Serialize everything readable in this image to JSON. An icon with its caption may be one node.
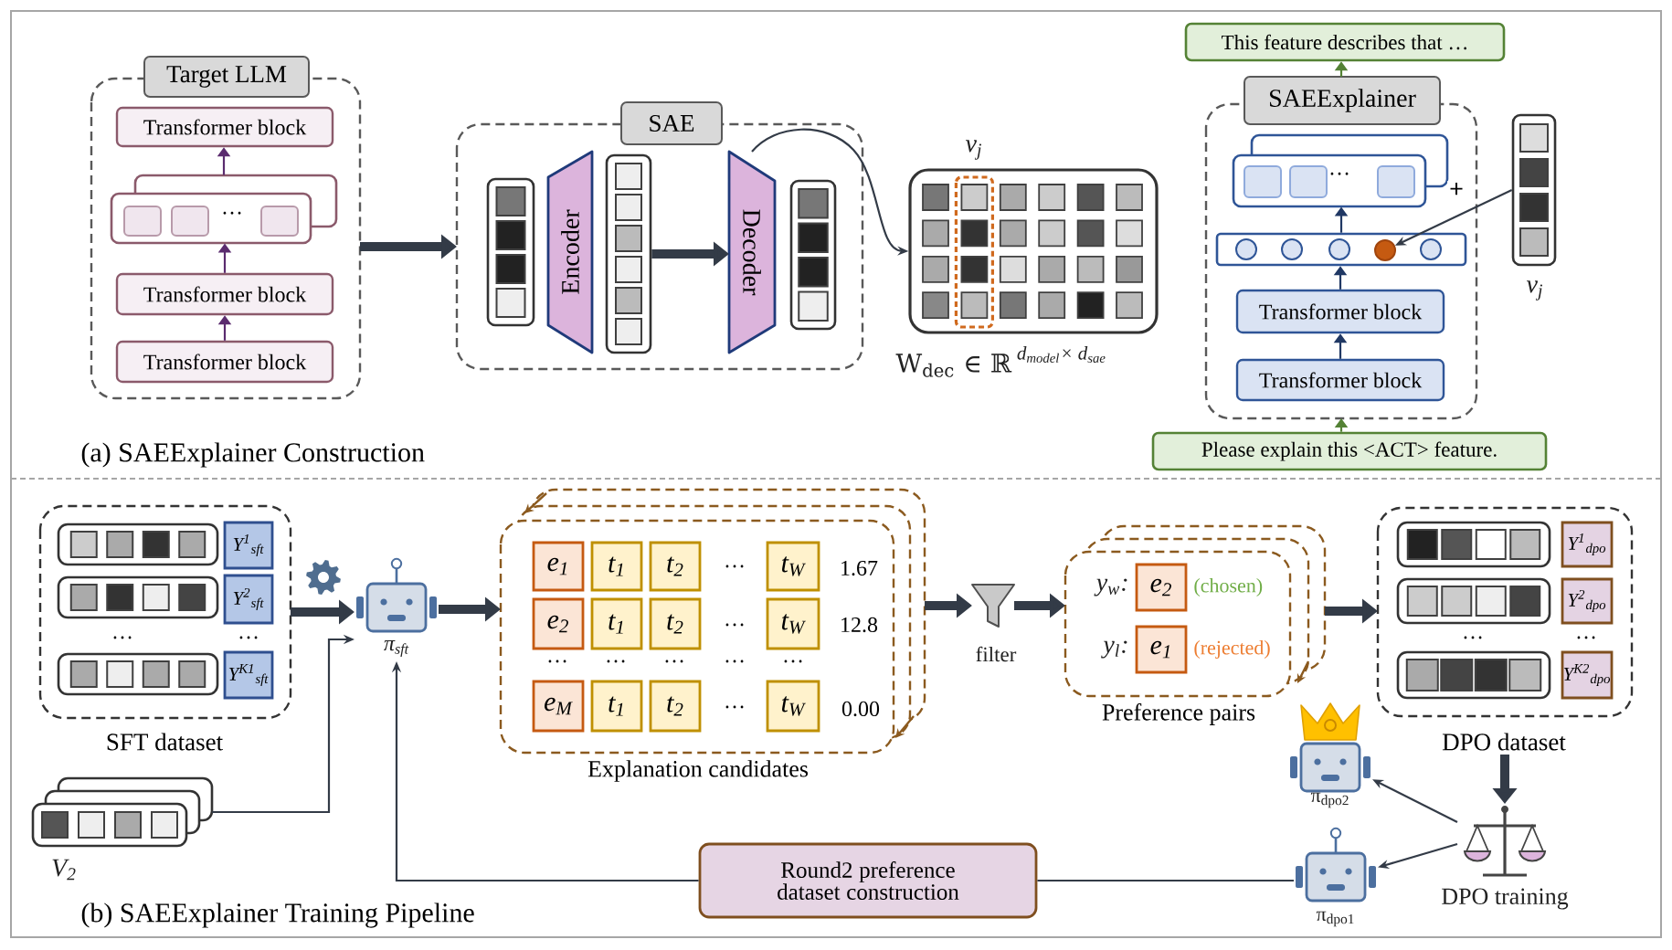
{
  "diagram": {
    "nodes": [
      {
        "text": [
          "Target LLM"
        ]
      },
      {
        "text": [
          "Transformer block"
        ],
        "in": 0
      },
      {
        "text": [
          "…"
        ],
        "in": 0
      },
      {
        "text": [
          "Transformer block"
        ],
        "in": 0
      },
      {
        "text": [
          "Transformer block"
        ],
        "in": 0
      },
      {
        "text": [
          "SAE"
        ]
      },
      {
        "text": [],
        "shape": "box",
        "in": 5
      },
      {
        "text": [
          "Encoder"
        ],
        "in": 5
      },
      {
        "text": [],
        "shape": "box",
        "in": 5
      },
      {
        "text": [
          "Decoder"
        ],
        "in": 5
      },
      {
        "text": [],
        "shape": "box",
        "in": 5
      },
      {
        "text": [],
        "shape": "box",
        "beside": [
          "v$_{j}$",
          "W$_{dec}$ ∈ ℝ",
          "d$_{model}$× d$_{sae}$"
        ]
      },
      {
        "text": [
          "This feature describes that …"
        ]
      },
      {
        "text": [
          "SAEExplainer"
        ]
      },
      {
        "text": [
          "…"
        ],
        "in": 13
      },
      {
        "text": [],
        "shape": "box",
        "in": 13
      },
      {
        "text": [],
        "shape": "circle",
        "in": 15
      },
      {
        "text": [
          "Transformer block"
        ],
        "in": 13
      },
      {
        "text": [
          "Transformer block"
        ],
        "in": 13
      },
      {
        "text": [],
        "shape": "box",
        "beside": [
          "v$_{j}$"
        ]
      },
      {
        "text": [
          "Please explain this <ACT> feature."
        ]
      },
      {
        "text": [
          "SFT dataset"
        ]
      },
      {
        "text": [],
        "shape": "box",
        "in": 21
      },
      {
        "text": [],
        "shape": "box",
        "in": 21
      },
      {
        "text": [],
        "shape": "box",
        "in": 21
      },
      {
        "text": [
          "Y$^{1}$$_{sft}$"
        ],
        "in": 21
      },
      {
        "text": [
          "Y$^{2}$$_{sft}$"
        ],
        "in": 21
      },
      {
        "text": [
          "Y$^{K1}$$_{sft}$"
        ],
        "in": 21
      },
      {
        "text": [],
        "shape": "picture",
        "beside": [
          "π$_{sft}$"
        ]
      },
      {
        "text": [
          "Explanation candidates"
        ]
      },
      {
        "text": [
          "e$_{1}$"
        ],
        "in": 29
      },
      {
        "text": [
          "t$_{1}$"
        ],
        "in": 29
      },
      {
        "text": [
          "t$_{2}$"
        ],
        "in": 29
      },
      {
        "text": [
          "t$_{W}$"
        ],
        "in": 29
      },
      {
        "text": [
          "e$_{2}$"
        ],
        "in": 29
      },
      {
        "text": [
          "t$_{1}$"
        ],
        "in": 29
      },
      {
        "text": [
          "t$_{2}$"
        ],
        "in": 29
      },
      {
        "text": [
          "t$_{W}$"
        ],
        "in": 29
      },
      {
        "text": [
          "e$_{M}$"
        ],
        "in": 29
      },
      {
        "text": [
          "t$_{1}$"
        ],
        "in": 29
      },
      {
        "text": [
          "t$_{2}$"
        ],
        "in": 29
      },
      {
        "text": [
          "t$_{W}$"
        ],
        "in": 29
      },
      {
        "text": [],
        "shape": "picture",
        "beside": [
          "filter"
        ]
      },
      {
        "text": [
          "Preference pairs"
        ]
      },
      {
        "text": [
          "e$_{2}$"
        ],
        "in": 43,
        "beside": [
          "y$_{w}$:",
          "(chosen)"
        ]
      },
      {
        "text": [
          "e$_{1}$"
        ],
        "in": 43,
        "beside": [
          "y$_{l}$:",
          "(rejected)"
        ]
      },
      {
        "text": [
          "DPO dataset"
        ]
      },
      {
        "text": [],
        "shape": "box",
        "in": 46
      },
      {
        "text": [],
        "shape": "box",
        "in": 46
      },
      {
        "text": [],
        "shape": "box",
        "in": 46
      },
      {
        "text": [
          "Y$^{1}$$_{dpo}$"
        ],
        "in": 46
      },
      {
        "text": [
          "Y$^{2}$$_{dpo}$"
        ],
        "in": 46
      },
      {
        "text": [
          "Y$^{K2}$$_{dpo}$"
        ],
        "in": 46
      },
      {
        "text": [],
        "shape": "box",
        "beside": [
          "V$_{2}$"
        ]
      },
      {
        "text": [],
        "shape": "picture",
        "beside": [
          "π$_{dpo2}$"
        ]
      },
      {
        "text": [],
        "shape": "picture",
        "beside": [
          "DPO training"
        ]
      },
      {
        "text": [
          "Round2 preference dataset construction"
        ]
      },
      {
        "text": [],
        "shape": "picture",
        "beside": [
          "π$_{dpo1}$"
        ]
      }
    ],
    "edges": [
      {
        "from": 4,
        "to": 3,
        "arrow": "to",
        "color": "#5b2c6f"
      },
      {
        "from": 3,
        "to": 2,
        "arrow": "to",
        "color": "#5b2c6f"
      },
      {
        "from": 2,
        "to": 1,
        "arrow": "to",
        "color": "#5b2c6f"
      },
      {
        "from": 0,
        "to": 5,
        "arrow": "to",
        "style": "thick"
      },
      {
        "from": 8,
        "to": 9,
        "arrow": "to",
        "style": "thick"
      },
      {
        "from": 9,
        "to": 11,
        "arrow": "to"
      },
      {
        "from": 13,
        "to": 12,
        "arrow": "to",
        "color": "#548235"
      },
      {
        "from": 20,
        "to": 13,
        "arrow": "to",
        "color": "#548235"
      },
      {
        "from": 18,
        "to": 17,
        "arrow": "to",
        "color": "#203864"
      },
      {
        "from": 17,
        "to": 15,
        "arrow": "to",
        "color": "#203864"
      },
      {
        "from": 15,
        "to": 14,
        "arrow": "to",
        "color": "#203864"
      },
      {
        "from": 19,
        "to": 16,
        "arrow": "to",
        "label": "+"
      },
      {
        "from": 21,
        "to": 28,
        "arrow": "to",
        "style": "thick"
      },
      {
        "from": 53,
        "to": 28,
        "arrow": "to"
      },
      {
        "from": 28,
        "to": 29,
        "arrow": "to",
        "style": "thick"
      },
      {
        "from": 29,
        "to": 42,
        "arrow": "to",
        "style": "thick"
      },
      {
        "from": 42,
        "to": 43,
        "arrow": "to",
        "style": "thick"
      },
      {
        "from": 43,
        "to": 46,
        "arrow": "to",
        "style": "thick"
      },
      {
        "from": 46,
        "to": 55,
        "arrow": "to",
        "style": "thick"
      },
      {
        "from": 55,
        "to": 54,
        "arrow": "to"
      },
      {
        "from": 55,
        "to": 57,
        "arrow": "to"
      },
      {
        "from": 57,
        "to": 56,
        "arrow": "none"
      },
      {
        "from": 56,
        "to": 28,
        "arrow": "to"
      }
    ],
    "labels": [
      "(a) SAEExplainer Construction",
      "…",
      "…",
      "…",
      "1.67",
      "…",
      "12.8",
      "…",
      "…",
      "…",
      "…",
      "…",
      "…",
      "0.00",
      "…",
      "…",
      "(b) SAEExplainer Training Pipeline"
    ]
  }
}
